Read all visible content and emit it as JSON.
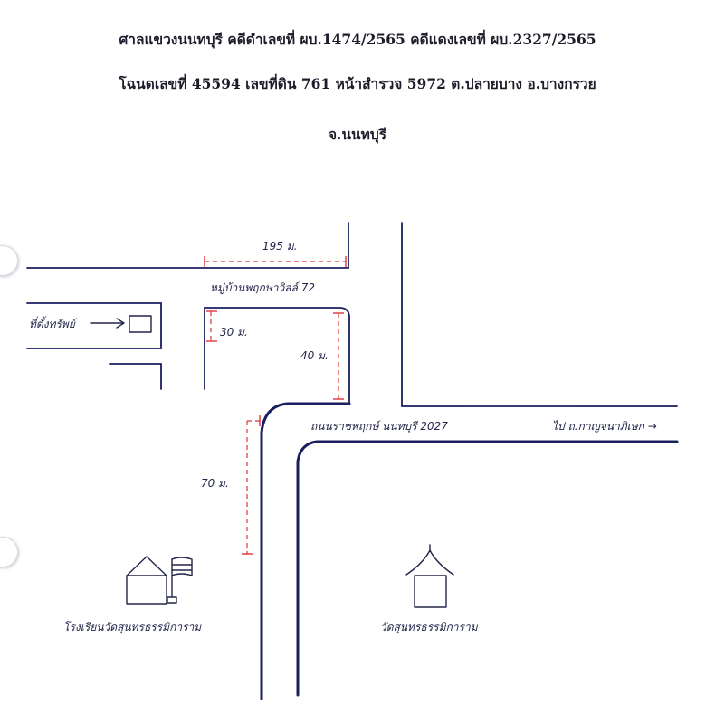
{
  "header": {
    "line1": "ศาลแขวงนนทบุรี คดีดำเลขที่ ผบ.1474/2565 คดีแดงเลขที่ ผบ.2327/2565",
    "line2": "โฉนดเลขที่ 45594 เลขที่ดิน 761 หน้าสำรวจ 5972 ต.ปลายบาง อ.บางกรวย",
    "line3": "จ.นนทบุรี"
  },
  "map": {
    "dim_top": "195 ม.",
    "village": "หมู่บ้านพฤกษาวิลล์ 72",
    "property_label": "ที่ตั้งทรัพย์",
    "arrow_glyph": "→",
    "dim_30": "30 ม.",
    "dim_40": "40 ม.",
    "dim_70": "70 ม.",
    "main_road": "ถนนราชพฤกษ์ นนทบุรี 2027",
    "direction": "ไป ถ.กาญจนาภิเษก →",
    "school": "โรงเรียนวัดสุนทรธรรมิการาม",
    "temple": "วัดสุนทรธรรมิการาม"
  },
  "colors": {
    "road_ink": "#1a1f5e",
    "dimension": "#e0323c",
    "text": "#1c1c2a"
  }
}
